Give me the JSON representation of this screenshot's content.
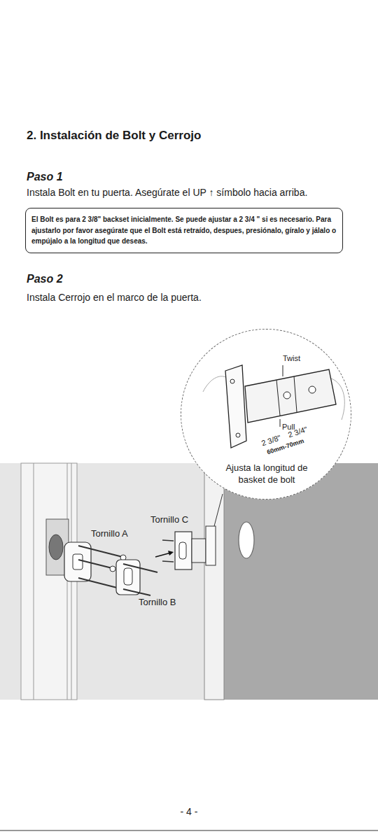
{
  "diagram": {
    "title": "2. Instalación de Bolt y Cerrojo",
    "nodes": [
      {
        "text": [
          "El Bolt es para 2 3/8\" backset inicialmente. Se puede ajustar a 2 3/4 \" si es necesario. Para ajustarlo por favor asegúrate que el Bolt está retraído, despues, presiónalo, gíralo y jálalo o empújalo a la longitud que deseas."
        ]
      },
      {
        "text": [
          "Ajusta la longitud de basket de bolt"
        ]
      }
    ],
    "labels": [
      "Paso 1",
      "Instala Bolt en tu puerta. Asegúrate el UP ↑ símbolo hacia arriba.",
      "Paso 2",
      "Instala Cerrojo en el marco de la puerta.",
      "Twist",
      "Pull",
      "2 3/8\"",
      "2 3/4\"",
      "60mm-70mm",
      "Tornillo C",
      "Tornillo A",
      "Tornillo B",
      "- 4 -"
    ]
  }
}
